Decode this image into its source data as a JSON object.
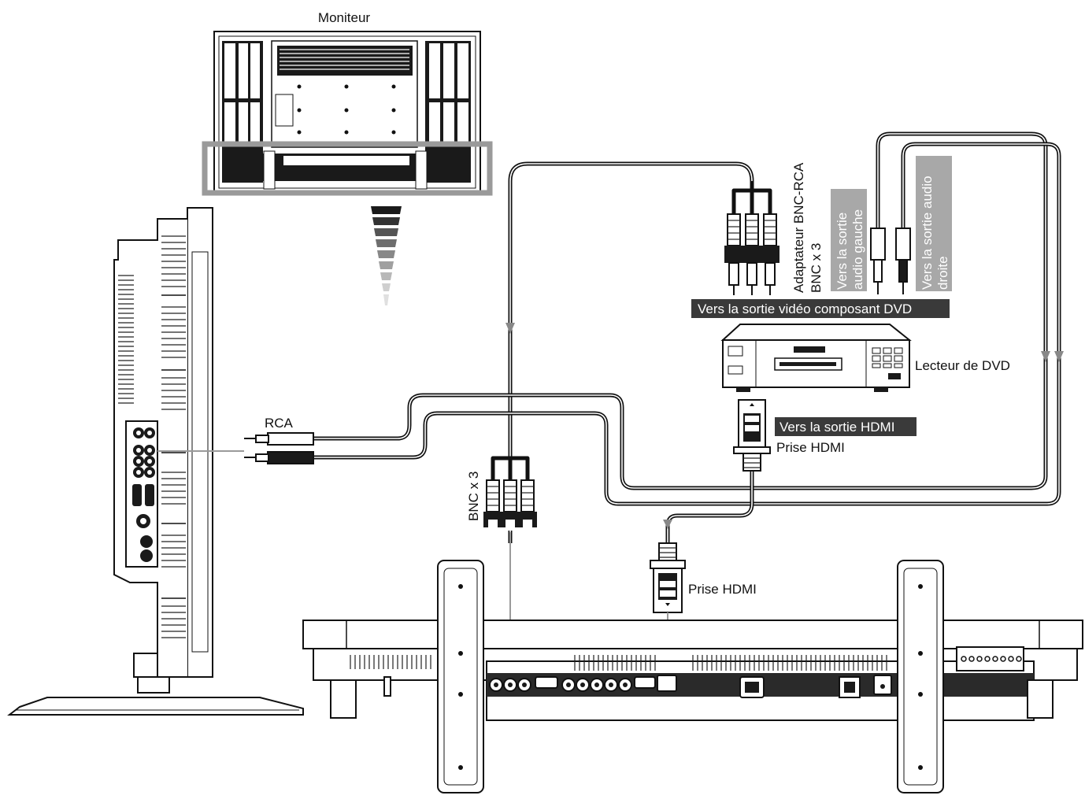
{
  "labels": {
    "monitor": "Moniteur",
    "bnc_rca_adapter": "Adaptateur BNC-RCA",
    "bnc_x3_adapter": "BNC x 3",
    "audio_left_line1": "Vers la sortie",
    "audio_left_line2": "audio gauche",
    "audio_right_line1": "Vers la sortie audio",
    "audio_right_line2": "droite",
    "component_out": "Vers la sortie vidéo composant DVD",
    "dvd_player": "Lecteur de DVD",
    "hdmi_out": "Vers la sortie HDMI",
    "hdmi_plug_top": "Prise HDMI",
    "rca": "RCA",
    "bnc_x3_bottom": "BNC x 3",
    "hdmi_plug_bottom": "Prise HDMI"
  },
  "colors": {
    "cable": "#111111",
    "label_bg": "#3a3a3a",
    "label_bg_light": "#a8a8a8",
    "highlight_frame": "#9a9a9a",
    "leader_line": "#9a9a9a"
  }
}
